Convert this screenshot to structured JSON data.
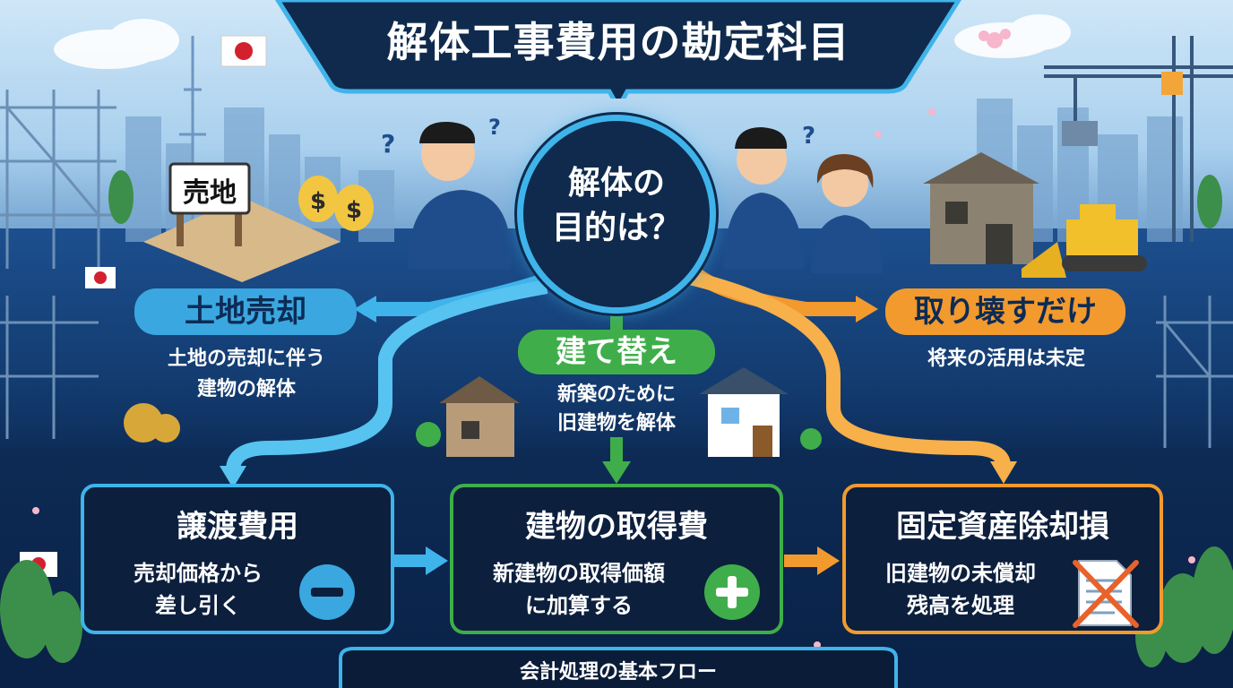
{
  "title": "解体工事費用の勘定科目",
  "center_question": {
    "line1": "解体の",
    "line2": "目的は？"
  },
  "branches": {
    "left": {
      "label": "土地売却",
      "desc_line1": "土地の売却に伴う",
      "desc_line2": "建物の解体",
      "sign_text": "売地",
      "color": "#3aa7e0"
    },
    "middle": {
      "label": "建て替え",
      "desc_line1": "新築のために",
      "desc_line2": "旧建物を解体",
      "color": "#3fae4a"
    },
    "right": {
      "label": "取り壊すだけ",
      "desc_line1": "将来の活用は未定",
      "color": "#f29a2e"
    }
  },
  "results": {
    "left": {
      "title": "譲渡費用",
      "desc_line1": "売却価格から",
      "desc_line2": "差し引く",
      "icon": "minus-icon"
    },
    "middle": {
      "title": "建物の取得費",
      "desc_line1": "新建物の取得価額",
      "desc_line2": "に加算する",
      "icon": "plus-icon"
    },
    "right": {
      "title": "固定資産除却損",
      "desc_line1": "旧建物の未償却",
      "desc_line2": "残高を処理",
      "icon": "crossed-document-icon"
    }
  },
  "footer": "会計処理の基本フロー"
}
